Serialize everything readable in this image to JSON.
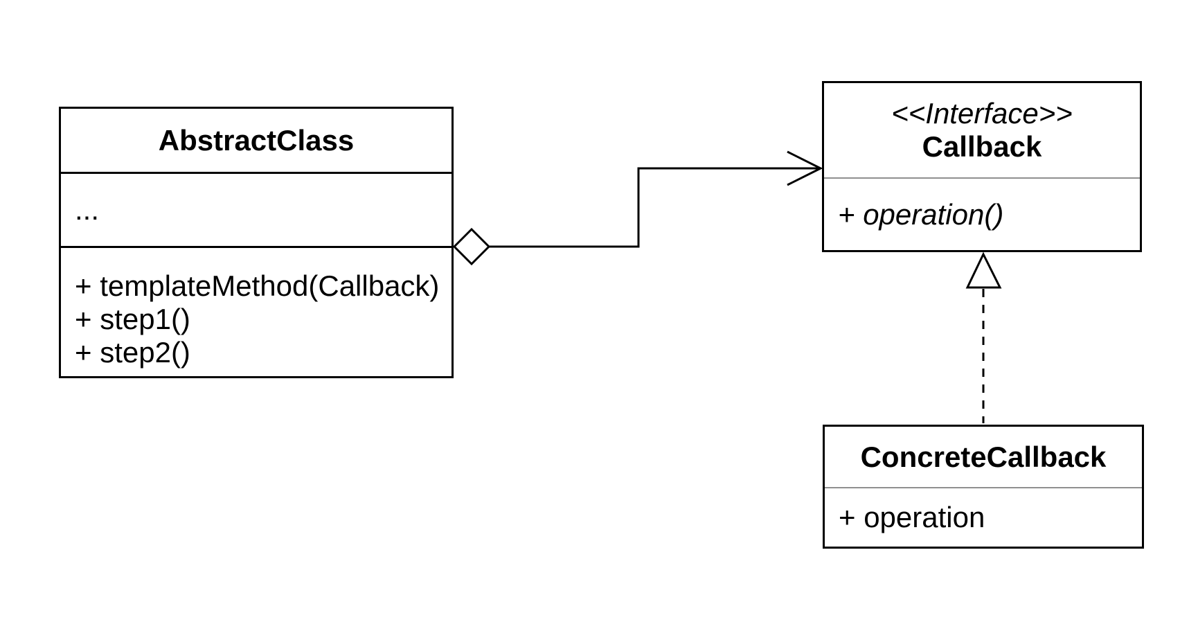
{
  "diagram": {
    "kind": "uml-class-diagram",
    "background": "#ffffff",
    "stroke_color": "#000000",
    "light_divider_color": "#8f8f8f"
  },
  "abstract_class": {
    "title": "AbstractClass",
    "attributes": [
      "..."
    ],
    "methods": [
      "+ templateMethod(Callback)",
      "+ step1()",
      "+ step2()"
    ]
  },
  "callback_interface": {
    "stereotype": "<<Interface>>",
    "title": "Callback",
    "methods": [
      "+ operation()"
    ]
  },
  "concrete_callback": {
    "title": "ConcreteCallback",
    "methods": [
      "+ operation"
    ]
  },
  "relationships": {
    "aggregation": {
      "type": "aggregation",
      "from": "AbstractClass",
      "to": "Callback"
    },
    "realization": {
      "type": "realization",
      "from": "ConcreteCallback",
      "to": "Callback"
    }
  }
}
